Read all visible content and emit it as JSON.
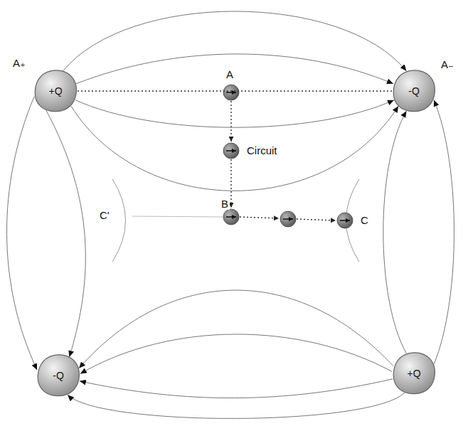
{
  "diagram": {
    "nodes": [
      {
        "text": [
          "+Q"
        ]
      },
      {
        "text": [
          "-Q"
        ]
      },
      {
        "text": [
          "-Q"
        ]
      },
      {
        "text": [
          "+Q"
        ]
      }
    ],
    "edges": [
      {
        "from": 0,
        "to": 1,
        "arrow": "to"
      },
      {
        "from": 0,
        "to": 1,
        "arrow": "to"
      },
      {
        "from": 0,
        "to": 1,
        "arrow": "none"
      },
      {
        "from": 0,
        "to": 1,
        "arrow": "to"
      },
      {
        "from": 0,
        "to": 1,
        "arrow": "to"
      },
      {
        "from": 0,
        "to": 2,
        "arrow": "to"
      },
      {
        "from": 0,
        "to": 2,
        "arrow": "to"
      },
      {
        "from": 3,
        "to": 2,
        "arrow": "to"
      },
      {
        "from": 3,
        "to": 2,
        "arrow": "to"
      },
      {
        "from": 3,
        "to": 2,
        "arrow": "to"
      },
      {
        "from": 3,
        "to": 2,
        "arrow": "to"
      },
      {
        "from": 3,
        "to": 1,
        "arrow": "to"
      },
      {
        "from": 3,
        "to": 1,
        "arrow": "to"
      }
    ],
    "labels": [
      "A₊",
      "A",
      "A₋",
      "Circuit",
      "C'",
      "B",
      "C"
    ]
  }
}
